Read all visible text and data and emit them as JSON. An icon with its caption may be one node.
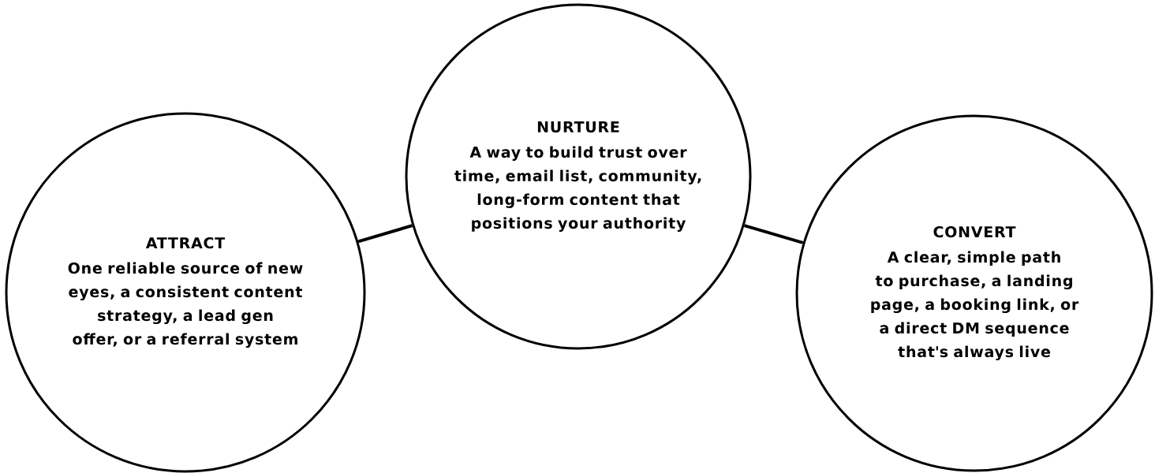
{
  "diagram": {
    "nodes": [
      {
        "text": [
          "ATTRACT",
          "One reliable source of new eyes, a consistent content strategy, a lead gen offer, or a referral system"
        ]
      },
      {
        "text": [
          "NURTURE",
          "A way to build trust over time, email list, community, long-form content that positions your authority"
        ]
      },
      {
        "text": [
          "CONVERT",
          "A clear, simple path to purchase, a landing page, a booking link, or a direct DM sequence that's always live"
        ]
      }
    ],
    "edges": [
      {
        "from": 0,
        "to": 1,
        "arrow": "none"
      },
      {
        "from": 1,
        "to": 2,
        "arrow": "none"
      }
    ]
  }
}
